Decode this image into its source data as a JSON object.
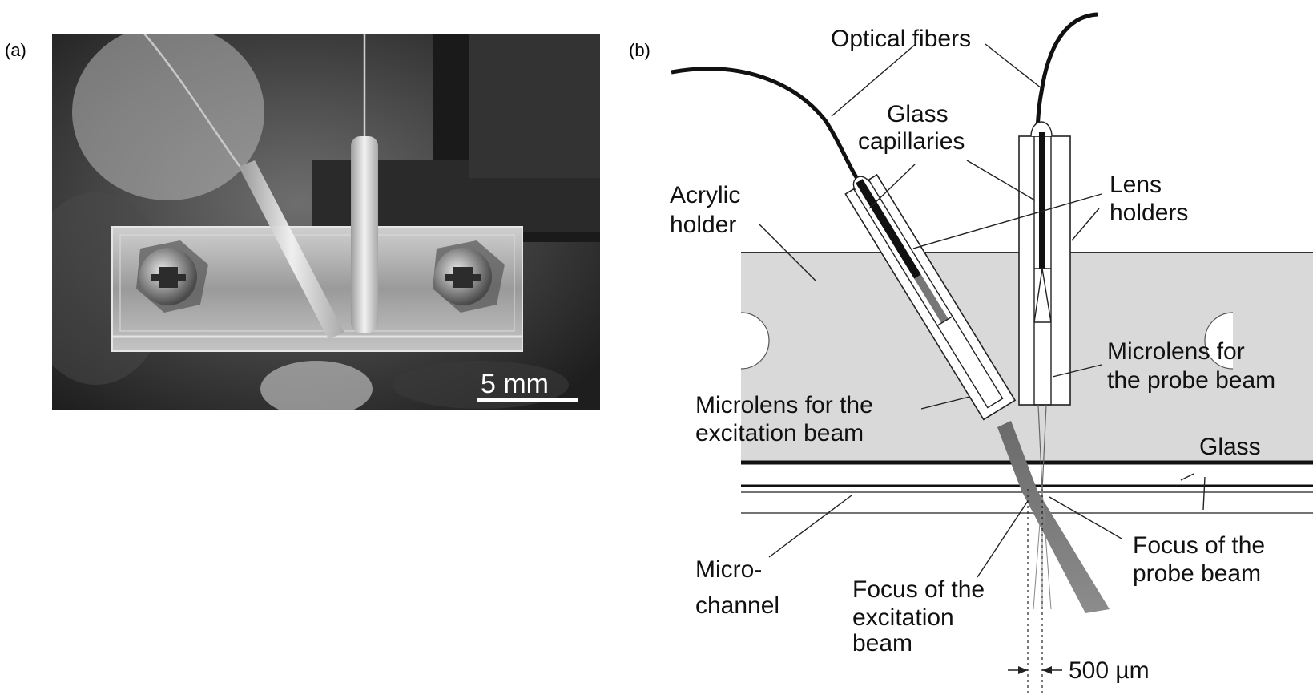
{
  "panel_a": {
    "label": "(a)",
    "scale_bar_text": "5 mm"
  },
  "panel_b": {
    "label": "(b)",
    "labels": {
      "optical_fibers": "Optical fibers",
      "glass_capillaries_1": "Glass",
      "glass_capillaries_2": "capillaries",
      "acrylic_holder_1": "Acrylic",
      "acrylic_holder_2": "holder",
      "lens_holders_1": "Lens",
      "lens_holders_2": "holders",
      "microlens_probe_1": "Microlens for",
      "microlens_probe_2": "the probe beam",
      "microlens_excitation_1": "Microlens for the",
      "microlens_excitation_2": "excitation beam",
      "glass": "Glass",
      "microchannel_1": "Micro-",
      "microchannel_2": "channel",
      "focus_probe_1": "Focus of the",
      "focus_probe_2": "probe beam",
      "focus_excitation_1": "Focus of the",
      "focus_excitation_2": "excitation",
      "focus_excitation_3": "beam",
      "distance": "500 µm"
    }
  },
  "colors": {
    "photo_background": "#5a5a5a",
    "acrylic_holder": "#d9d9d9",
    "beam": "#7a7a7a"
  }
}
